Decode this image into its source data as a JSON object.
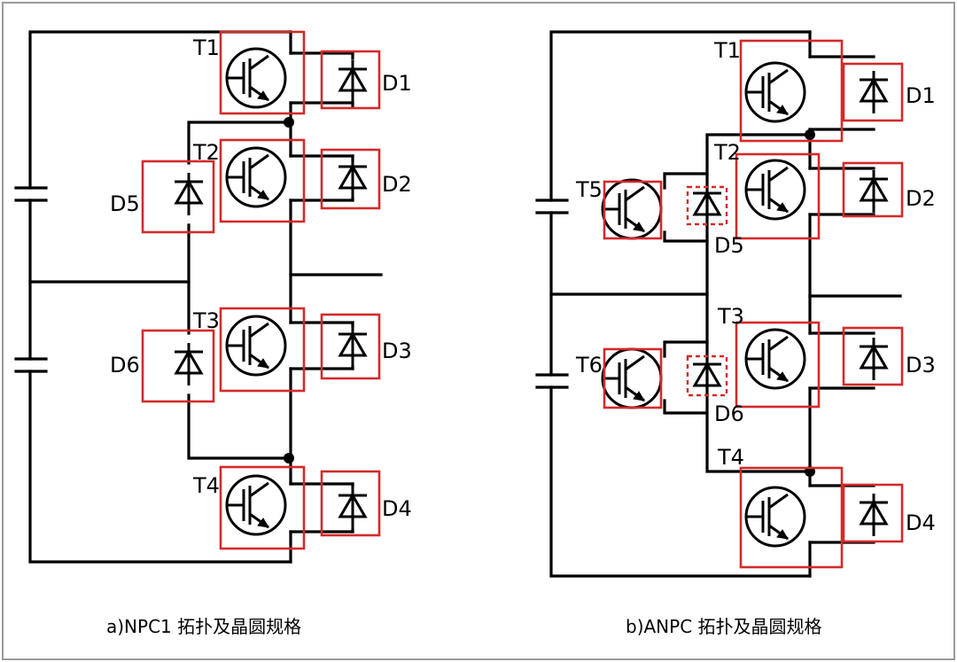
{
  "diagram_a": {
    "caption": "a)NPC1 拓扑及晶圆规格",
    "labels": {
      "T1": "T1",
      "T2": "T2",
      "T3": "T3",
      "T4": "T4",
      "D1": "D1",
      "D2": "D2",
      "D3": "D3",
      "D4": "D4",
      "D5": "D5",
      "D6": "D6"
    }
  },
  "diagram_b": {
    "caption": "b)ANPC 拓扑及晶圆规格",
    "labels": {
      "T1": "T1",
      "T2": "T2",
      "T3": "T3",
      "T4": "T4",
      "T5": "T5",
      "T6": "T6",
      "D1": "D1",
      "D2": "D2",
      "D3": "D3",
      "D4": "D4",
      "D5": "D5",
      "D6": "D6"
    }
  },
  "colors": {
    "highlight": "#d42a2a",
    "wire": "#000000",
    "frame": "#9a9a9a"
  }
}
